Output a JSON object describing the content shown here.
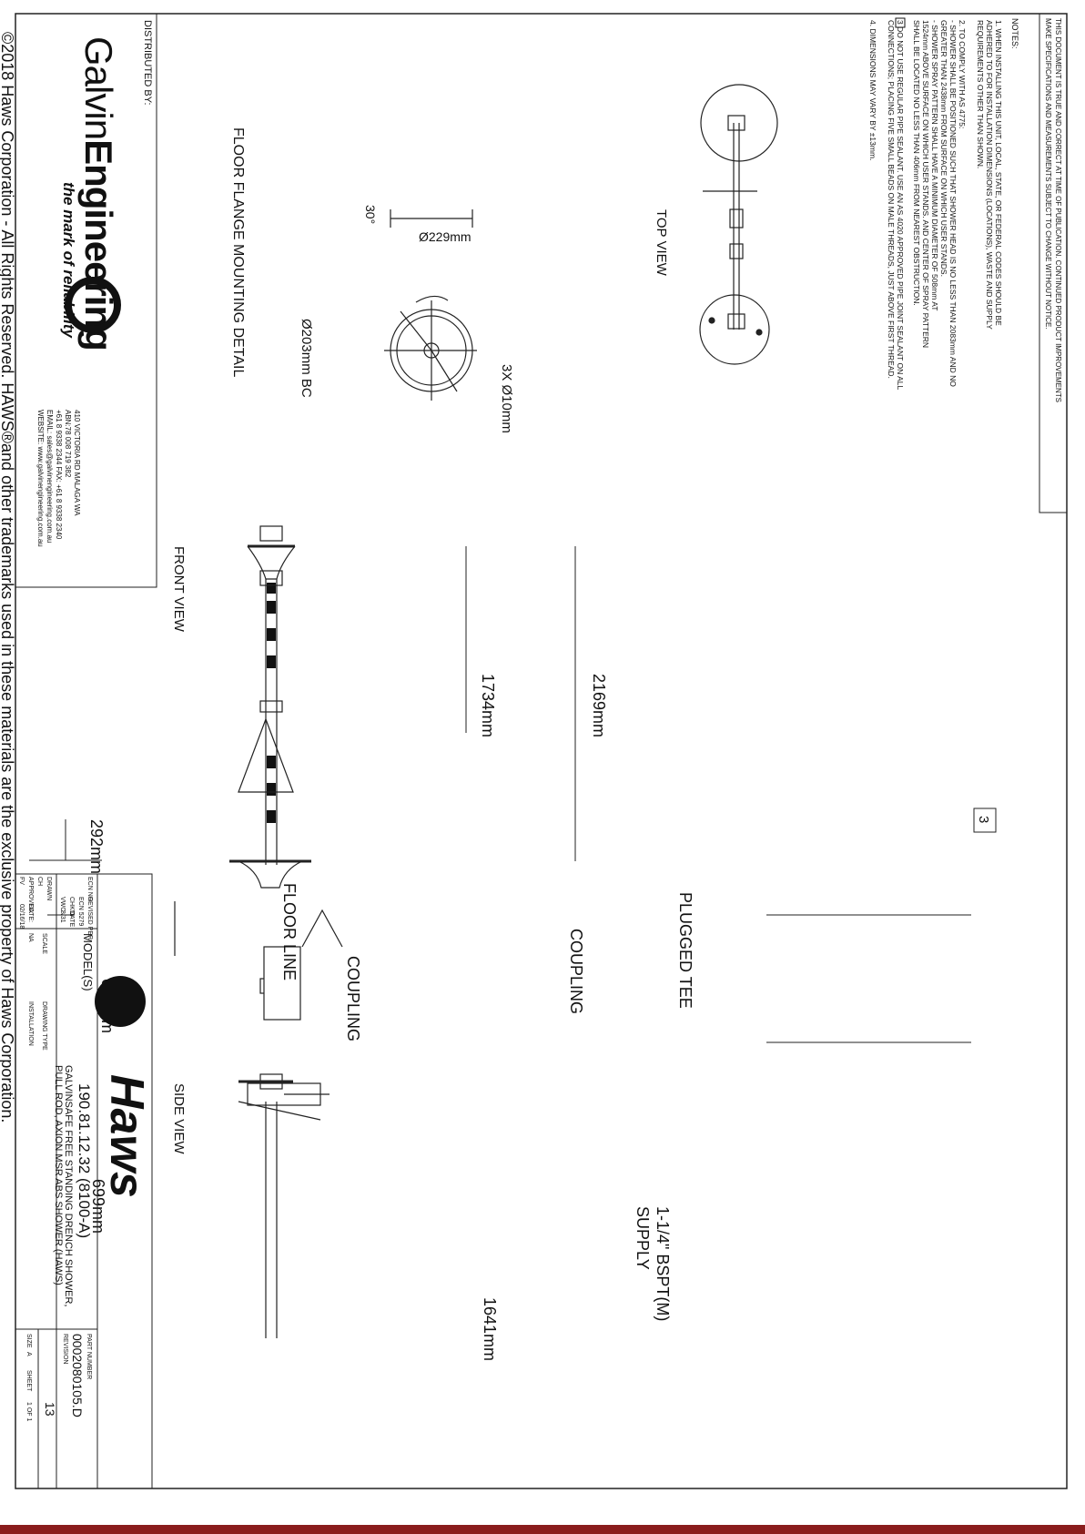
{
  "header_notice": [
    "THIS DOCUMENT IS TRUE AND CORRECT AT TIME OF PUBLICATION. CONTINUED PRODUCT IMPROVEMENTS",
    "MAKE SPECIFICATIONS AND MEASUREMENTS SUBJECT TO CHANGE WITHOUT NOTICE."
  ],
  "notes": {
    "title": "NOTES:",
    "items": [
      "1.  WHEN INSTALLING THIS UNIT, LOCAL, STATE, OR FEDERAL CODES SHOULD BE",
      "     ADHERED TO FOR INSTALLATION DIMENSIONS (LOCATIONS), WASTE AND SUPPLY",
      "     REQUIREMENTS OTHER THAN SHOWN.",
      "2.  TO COMPLY WITH AS 4775:",
      "  - SHOWER SHALL BE POSITIONED SUCH THAT SHOWER HEAD IS NO LESS THAN 2083mm AND NO",
      "     GREATER THAN 2438mm FROM SURFACE ON WHICH USER STANDS.",
      "  - SHOWER SPRAY PATTERN SHALL HAVE A MINIMUM DIAMETER OF 508mm AT",
      "     1524mm ABOVE SURFACE ON WHICH USER STANDS. AND CENTER OF SPRAY PATTERN",
      "     SHALL BE LOCATED NO LESS THAN 406mm FROM NEAREST OBSTRUCTION.",
      "3   DO NOT USE REGULAR PIPE SEALANT.  USE AN AS 4020 APPROVED PIPE JOINT SEALANT ON ALL",
      "     CONNECTIONS; PLACING FIVE SMALL BEADS ON MALE THREADS, JUST ABOVE FIRST THREAD.",
      "4.  DIMENSIONS MAY VARY BY ±13mm."
    ]
  },
  "views": {
    "top": "TOP VIEW",
    "front": "FRONT VIEW",
    "side": "SIDE VIEW",
    "flange": "FLOOR FLANGE MOUNTING DETAIL"
  },
  "flange": {
    "d1": "Ø229mm",
    "angle": "30°",
    "holes": "3X  Ø10mm",
    "bc": "Ø203mm  BC"
  },
  "dims": {
    "overall": "2169mm",
    "mid": "1734mm",
    "head": "292mm",
    "arm": "638mm",
    "offset": "699mm",
    "supply_h": "1641mm"
  },
  "callouts": {
    "ref": "3",
    "plugged_tee": "PLUGGED TEE",
    "coupling1": "COUPLING",
    "coupling2": "COUPLING",
    "floor_line": "FLOOR LINE",
    "supply1": "1-1/4\" BSPT(M)",
    "supply2": "SUPPLY"
  },
  "distributor": {
    "label": "DISTRIBUTED BY:",
    "name_a": "Galvin",
    "name_b": "Engineering",
    "tagline": "the mark of reliability",
    "lines": [
      "410 VICTORIA RD MALAGA WA",
      "ABN:78 008 719 382",
      "+61 8 9338 2344 FAX: +61 8 9338 2340",
      "EMAIL: sales@galvinengineering.com.au",
      "WEBSITE: www.galvinengineering.com.au"
    ]
  },
  "title_block": {
    "brand": "Haws",
    "model_label": "MODEL(S)",
    "model": "190.81.12.32 (8100-A)",
    "desc1": "GALVINSAFE FREE STANDING DRENCH SHOWER,",
    "desc2": "PULL ROD, AXION MSR ABS SHOWER (HAWS)",
    "part_label": "PART NUMBER",
    "part": "0002080105.D",
    "revision_label": "REVISION",
    "revision": "13",
    "ecn_label": "ECN NO",
    "revised_by": "REVISED PER",
    "ecn": "ECN  5279",
    "date_label": "DATE",
    "date": "8/31",
    "chkd": "CHK'D",
    "vwc": "VWC",
    "drawn_label": "DRAWN",
    "drawn": "CH",
    "approved_label": "APPROVED:",
    "approved": "FV",
    "date2_label": "DATE:",
    "date2": "02/16/18",
    "scale_label": "SCALE",
    "scale": "NA",
    "dtype_label": "DRAWING TYPE",
    "dtype": "INSTALLATION",
    "size_label": "SIZE",
    "size": "A",
    "sheet_label": "SHEET",
    "sheet": "1  OF  1"
  },
  "copyright": "©2018 Haws Corporation - All Rights Reserved.  HAWS®and other trademarks used in these materials are the exclusive property of Haws Corporation."
}
